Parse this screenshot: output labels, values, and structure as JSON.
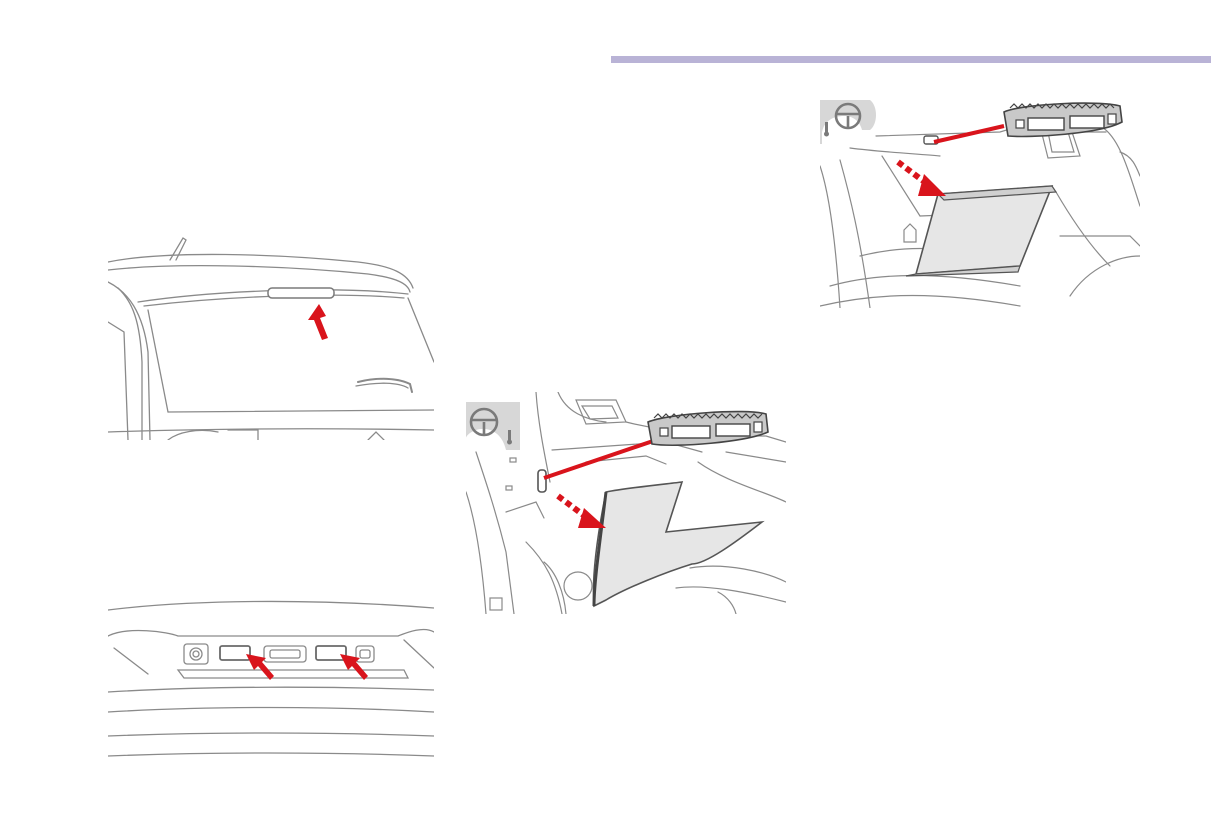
{
  "page": {
    "background": "#ffffff",
    "rule_color": "#b9b3d6",
    "accent_color": "#d9141c",
    "line_color": "#8a8a8a",
    "panel_fill": "#e6e6e6"
  },
  "figures": [
    {
      "id": "rear-window-third-brake-lamp",
      "icons": [
        "arrow-up-icon"
      ]
    },
    {
      "id": "tailgate-number-plate-lamps",
      "icons": [
        "arrow-icon",
        "arrow-icon"
      ]
    },
    {
      "id": "lhd-fusebox-cover",
      "icons": [
        "steering-wheel-icon",
        "fuse-removal-tool-icon",
        "dashed-arrow-icon"
      ]
    },
    {
      "id": "rhd-fusebox-cover",
      "icons": [
        "steering-wheel-icon",
        "fuse-removal-tool-icon",
        "dashed-arrow-icon"
      ]
    }
  ]
}
